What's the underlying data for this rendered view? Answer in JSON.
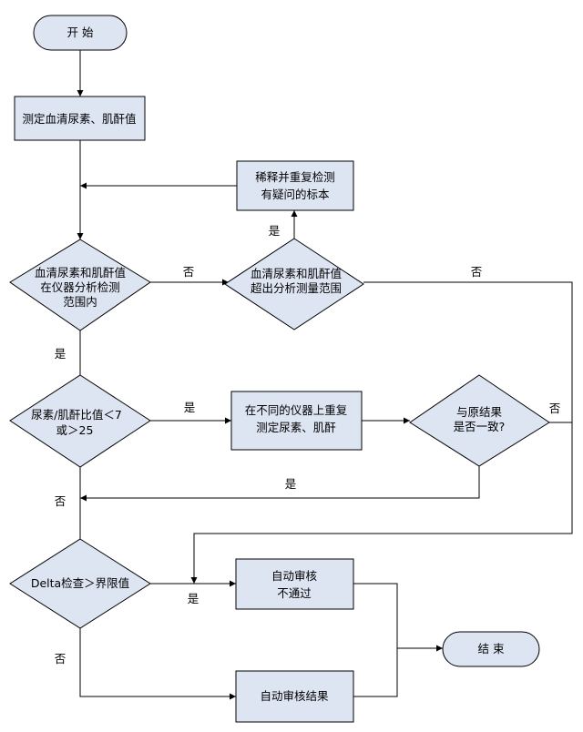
{
  "nodes": {
    "start": "开 始",
    "measure": "测定血清尿素、肌酐值",
    "dilute": [
      "稀释并重复检测",
      "有疑问的标本"
    ],
    "inrange": [
      "血清尿素和肌酐值",
      "在仪器分析检测",
      "范围内"
    ],
    "exceed": [
      "血清尿素和肌酐值",
      "超出分析测量范围"
    ],
    "ratio": [
      "尿素/肌酐比值＜7",
      "或＞25"
    ],
    "retest": [
      "在不同的仪器上重复",
      "测定尿素、肌酐"
    ],
    "consistent": [
      "与原结果",
      "是否一致?"
    ],
    "delta": "Delta检查＞界限值",
    "fail": [
      "自动审核",
      "不通过"
    ],
    "result": "自动审核结果",
    "end": "结 束"
  },
  "edge_labels": {
    "exceed_yes": "是",
    "inrange_no": "否",
    "exceed_no": "否",
    "inrange_yes": "是",
    "ratio_yes": "是",
    "consistent_no": "否",
    "consistent_yes": "是",
    "ratio_no": "否",
    "delta_yes": "是",
    "delta_no": "否"
  }
}
